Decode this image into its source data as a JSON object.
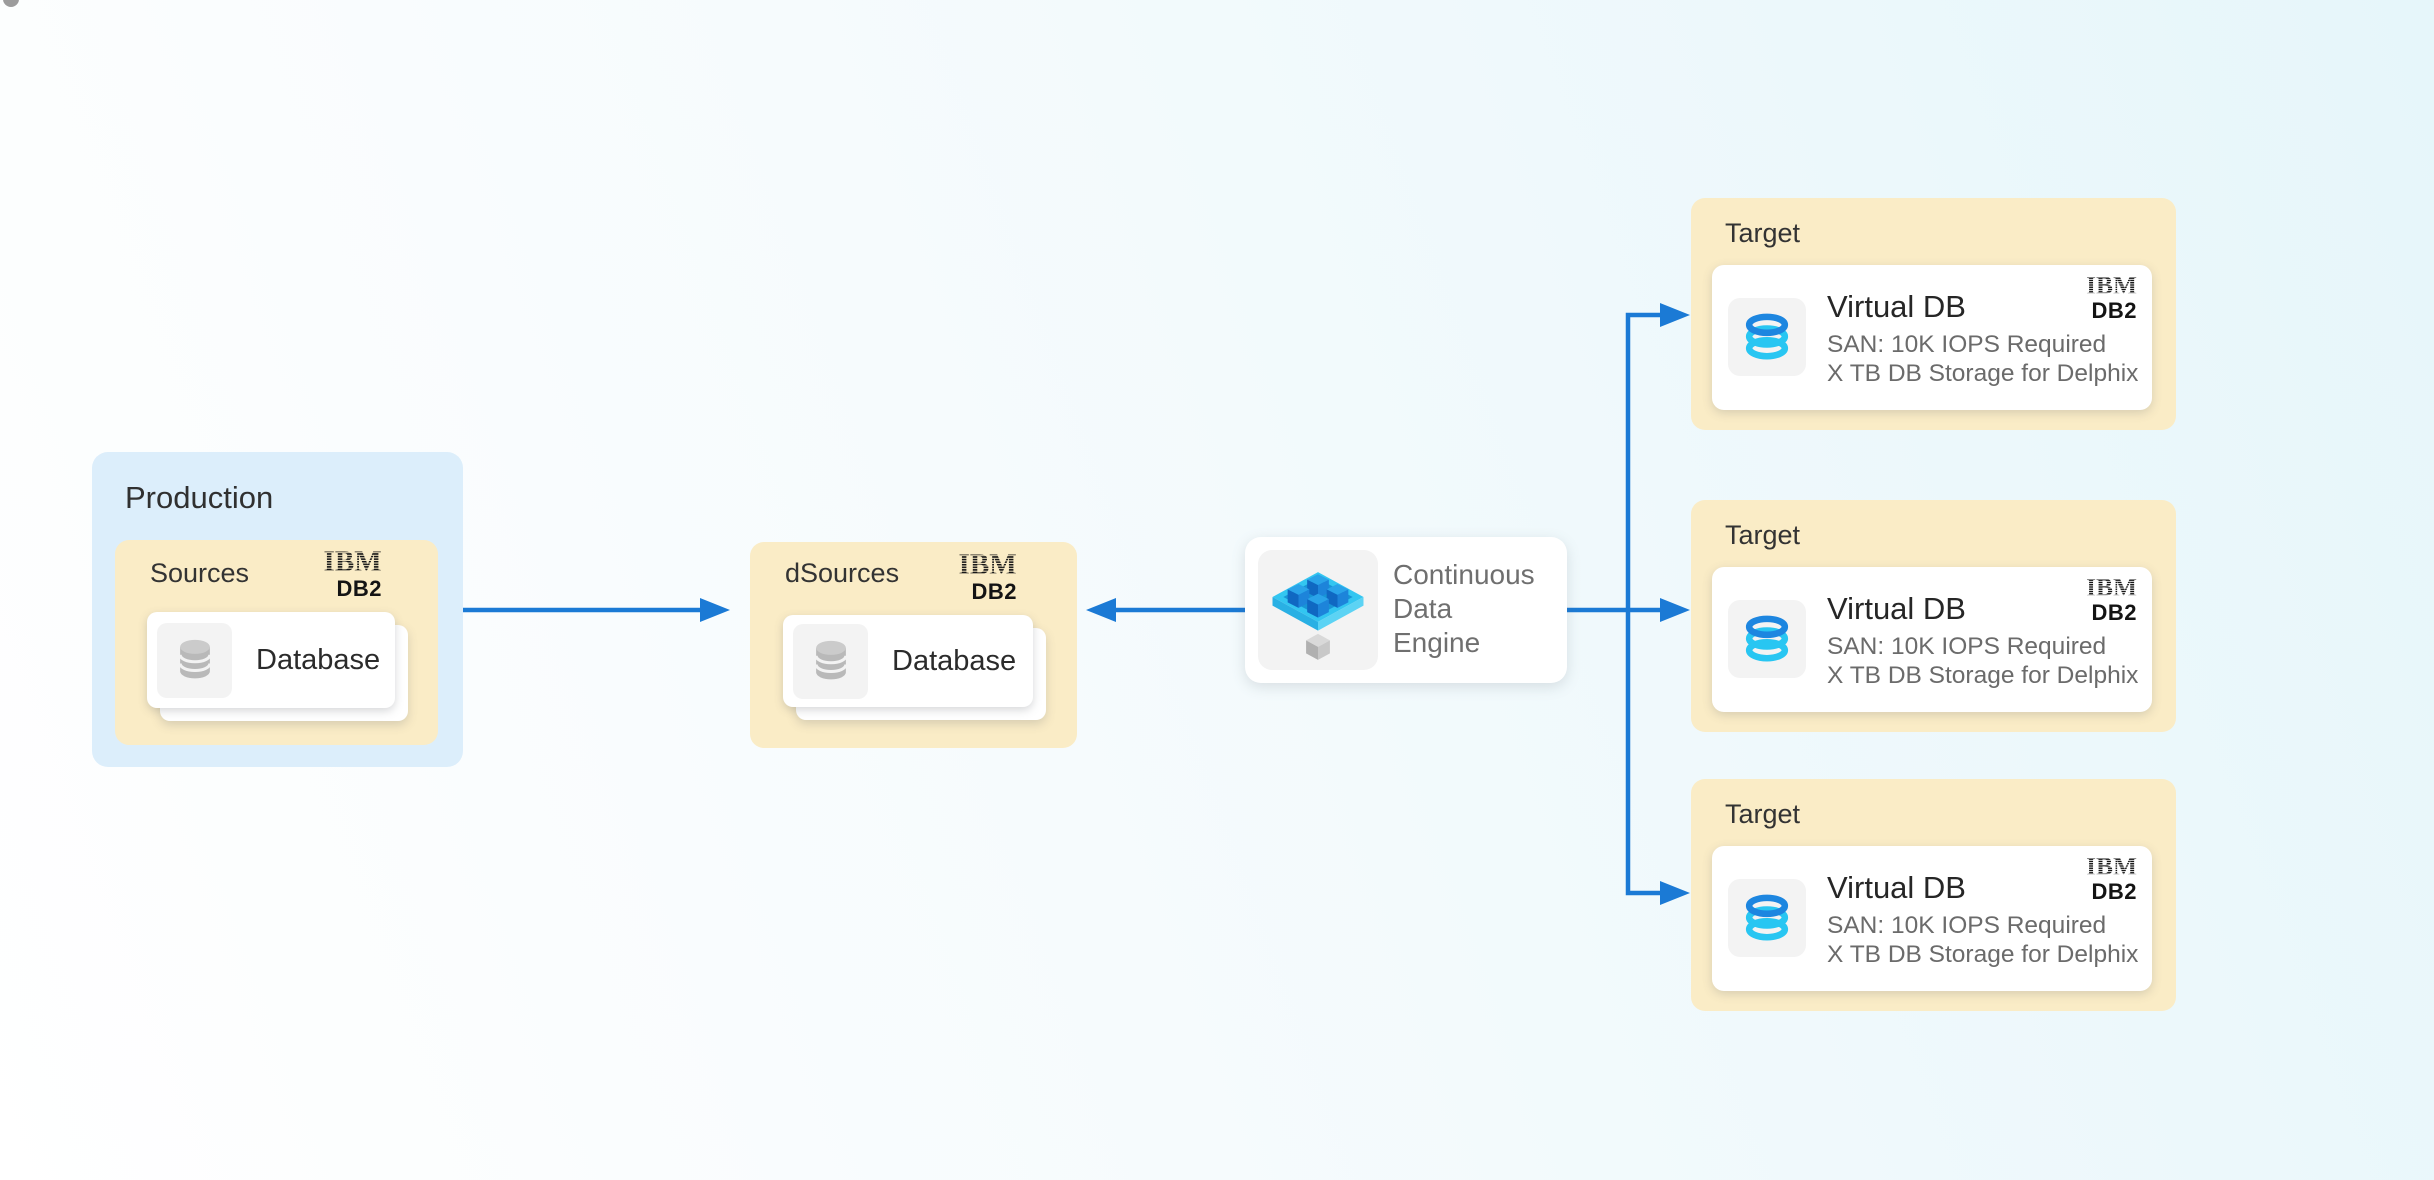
{
  "brand": {
    "ibm": "IBM",
    "db2": "DB2"
  },
  "colors": {
    "arrow": "#1b7ad5",
    "production_bg": "#dceefb",
    "group_bg": "#faecc6",
    "card_bg": "#ffffff",
    "icon_bg": "#f3f3f3",
    "cyan": "#28c6f2",
    "blue": "#1d86e0",
    "title_text": "#2b2b2b",
    "muted_text": "#6b6b6b"
  },
  "production": {
    "label": "Production",
    "sources": {
      "label": "Sources",
      "database": {
        "label": "Database"
      }
    }
  },
  "dsources": {
    "label": "dSources",
    "database": {
      "label": "Database"
    }
  },
  "engine": {
    "label": "Continuous Data Engine"
  },
  "targets": [
    {
      "label": "Target",
      "card": {
        "title": "Virtual DB",
        "specs": [
          "SAN: 10K IOPS Required",
          "X TB DB Storage for Delphix"
        ]
      }
    },
    {
      "label": "Target",
      "card": {
        "title": "Virtual DB",
        "specs": [
          "SAN: 10K IOPS Required",
          "X TB DB Storage for Delphix"
        ]
      }
    },
    {
      "label": "Target",
      "card": {
        "title": "Virtual DB",
        "specs": [
          "SAN: 10K IOPS Required",
          "X TB DB Storage for Delphix"
        ]
      }
    }
  ]
}
